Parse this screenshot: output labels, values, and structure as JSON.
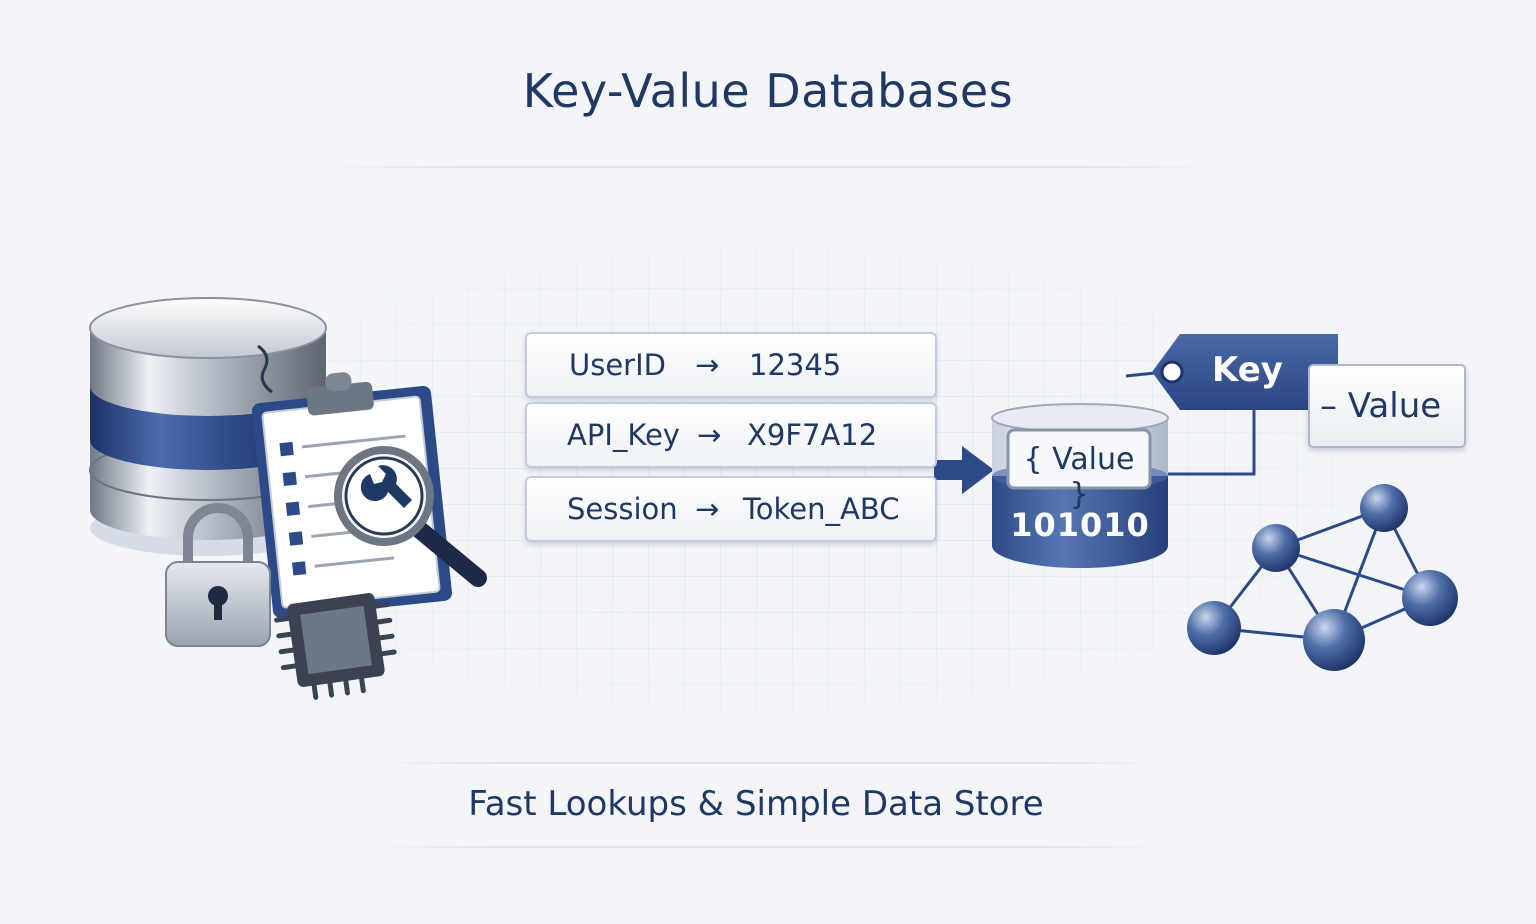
{
  "title": "Key-Value Databases",
  "subtitle": "Fast Lookups & Simple Data Store",
  "kv_pairs": [
    {
      "key": "UserID",
      "arrow": "→",
      "value": "12345"
    },
    {
      "key": "API_Key",
      "arrow": "→",
      "value": "X9F7A12"
    },
    {
      "key": "Session",
      "arrow": "→",
      "value": "Token_ABC"
    }
  ],
  "storage": {
    "value_label": "{ Value }",
    "binary": "101010"
  },
  "tag": {
    "key_label": "Key",
    "value_label": "– Value"
  },
  "colors": {
    "navy": "#1f3864",
    "blue": "#34558f",
    "background": "#f3f5f9"
  },
  "icons": [
    "database-icon",
    "clipboard-checklist-icon",
    "magnifier-wrench-icon",
    "padlock-icon",
    "microchip-icon",
    "storage-cylinder-icon",
    "key-tag-icon",
    "network-graph-icon"
  ]
}
